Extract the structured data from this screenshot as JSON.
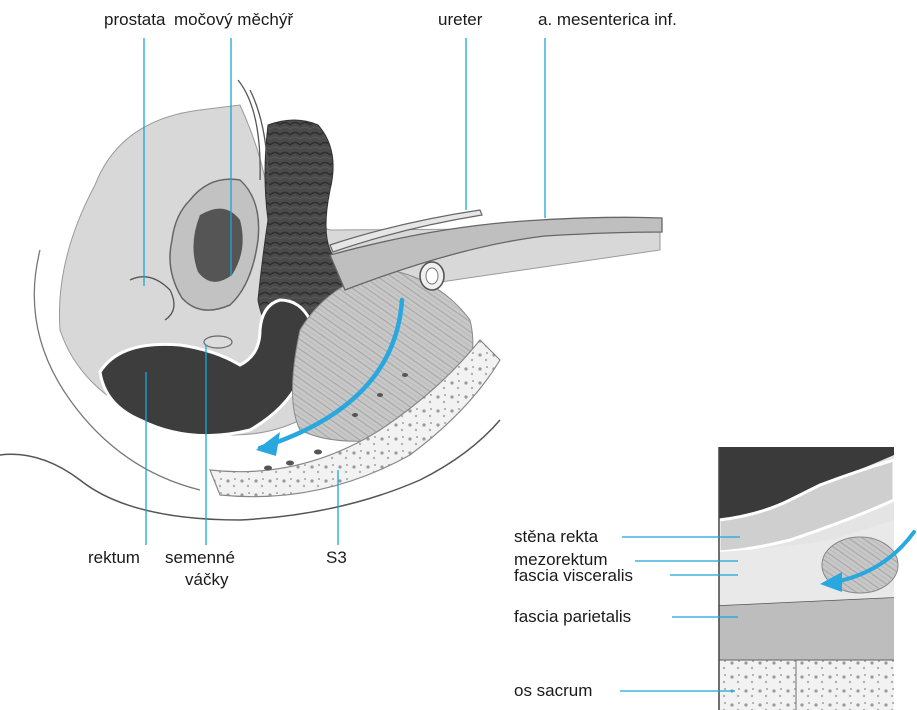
{
  "labels": {
    "top": {
      "prostata": "prostata",
      "mocovy_mechyr": "močový měchýř",
      "ureter": "ureter",
      "a_mesenterica": "a. mesenterica inf."
    },
    "bottom": {
      "rektum": "rektum",
      "semenne": "semenné",
      "vacky": "váčky",
      "s3": "S3"
    },
    "inset": {
      "stena_rekta": "stěna rekta",
      "mezorektum": "mezorektum",
      "fascia_visceralis": "fascia visceralis",
      "fascia_parietalis": "fascia parietalis",
      "os_sacrum": "os sacrum"
    }
  },
  "colors": {
    "leader_line": "#1aa6d8",
    "arrow": "#29a8e0",
    "rectum_dark": "#3a3a3a",
    "tissue_light": "#dcdcdc",
    "tissue_mid": "#b8b8b8"
  }
}
